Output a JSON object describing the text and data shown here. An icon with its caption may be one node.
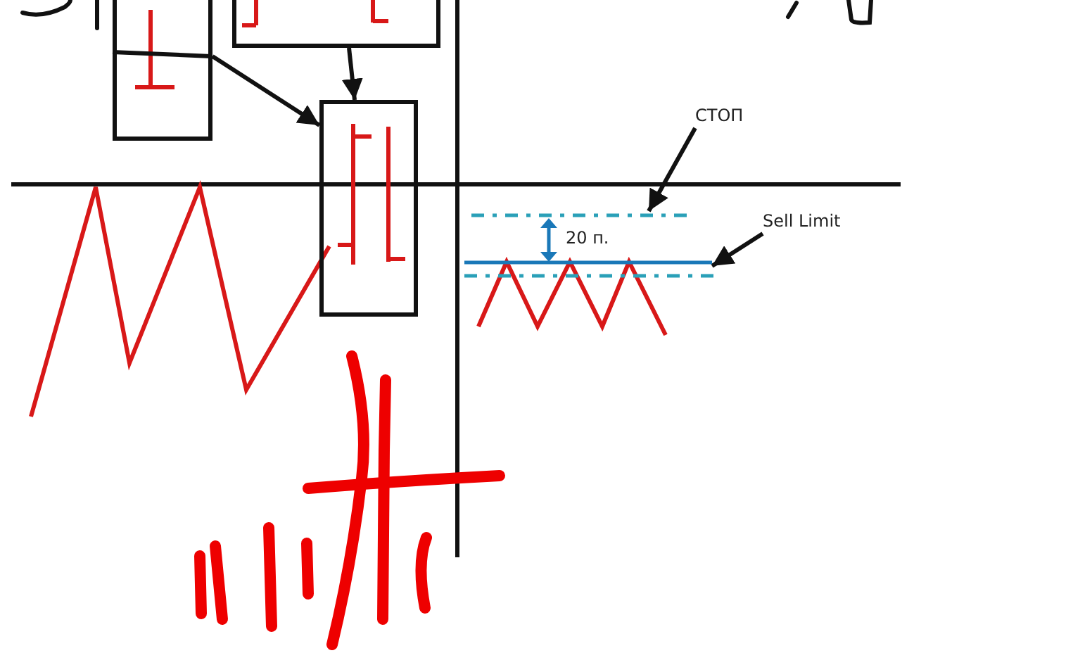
{
  "diagram": {
    "nodes": [
      {
        "text": [],
        "shape": "box"
      },
      {
        "text": [],
        "shape": "box"
      },
      {
        "text": [],
        "shape": "box"
      },
      {
        "text": [
          "СТОП"
        ]
      },
      {
        "text": [],
        "shape": "line"
      },
      {
        "text": [
          "Sell Limit"
        ]
      },
      {
        "text": [],
        "shape": "line"
      }
    ],
    "edges": [
      {
        "from": 0,
        "to": 2,
        "arrow": "to"
      },
      {
        "from": 1,
        "to": 2,
        "arrow": "to"
      },
      {
        "from": 3,
        "to": 4,
        "arrow": "to"
      },
      {
        "from": 5,
        "to": 6,
        "arrow": "to"
      }
    ],
    "labels": [
      "20 п."
    ]
  }
}
